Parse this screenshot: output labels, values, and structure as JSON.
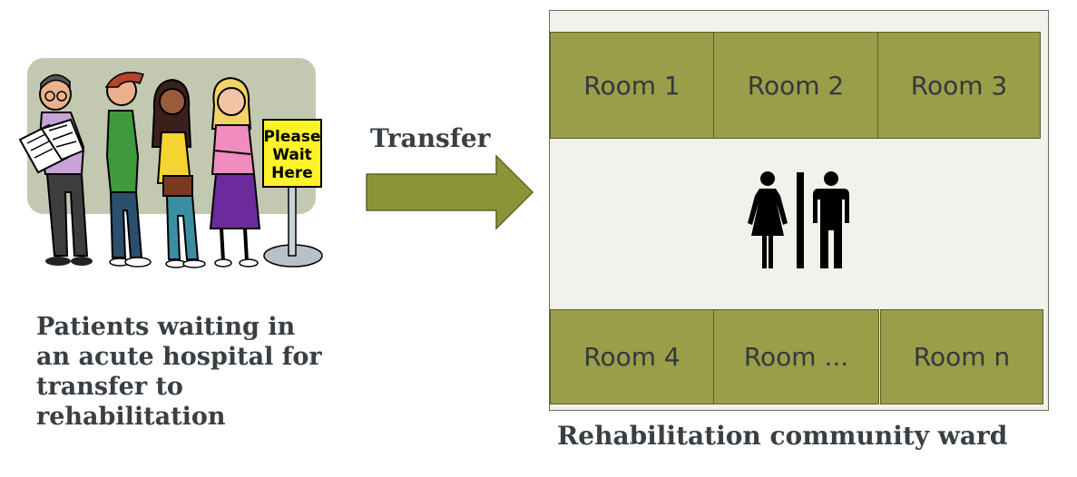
{
  "left": {
    "sign_lines": [
      "Please",
      "Wait",
      "Here"
    ],
    "caption_lines": [
      "Patients waiting in",
      "an acute hospital for",
      "transfer to",
      "rehabilitation"
    ]
  },
  "arrow": {
    "label": "Transfer",
    "color": "#8b9437"
  },
  "ward": {
    "title": "Rehabilitation community ward",
    "rooms": [
      "Room 1",
      "Room 2",
      "Room 3",
      "Room 4",
      "Room ...",
      "Room n"
    ],
    "room_color": "#9a9e48",
    "center_icon": "restroom-icon"
  }
}
